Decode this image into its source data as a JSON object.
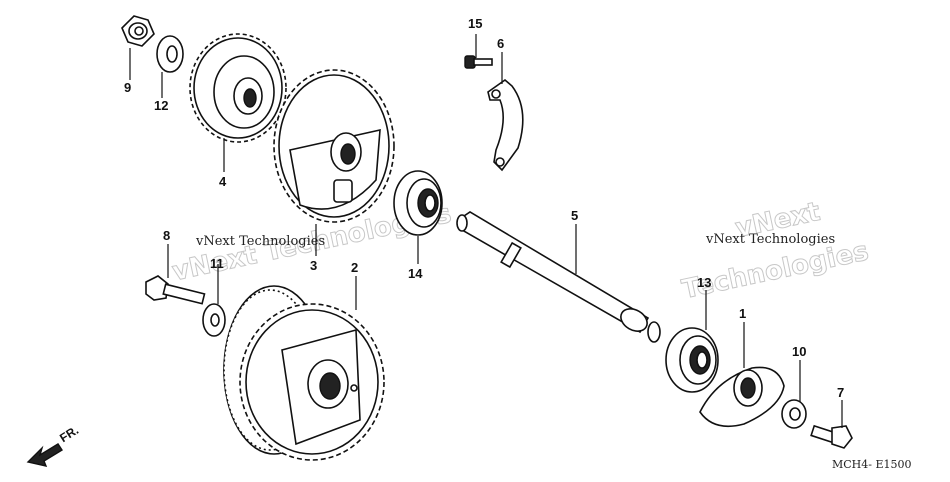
{
  "watermarks": {
    "brand_text": "vNext Technologies",
    "left_outline": "vNext Technologies",
    "right_outline_top": "vNext",
    "right_outline_bottom": "Technologies"
  },
  "diagram_ref": "MCH4- E1500",
  "direction_label": "FR.",
  "callouts": [
    "1",
    "2",
    "3",
    "4",
    "5",
    "6",
    "7",
    "8",
    "9",
    "10",
    "11",
    "12",
    "13",
    "14",
    "15"
  ]
}
